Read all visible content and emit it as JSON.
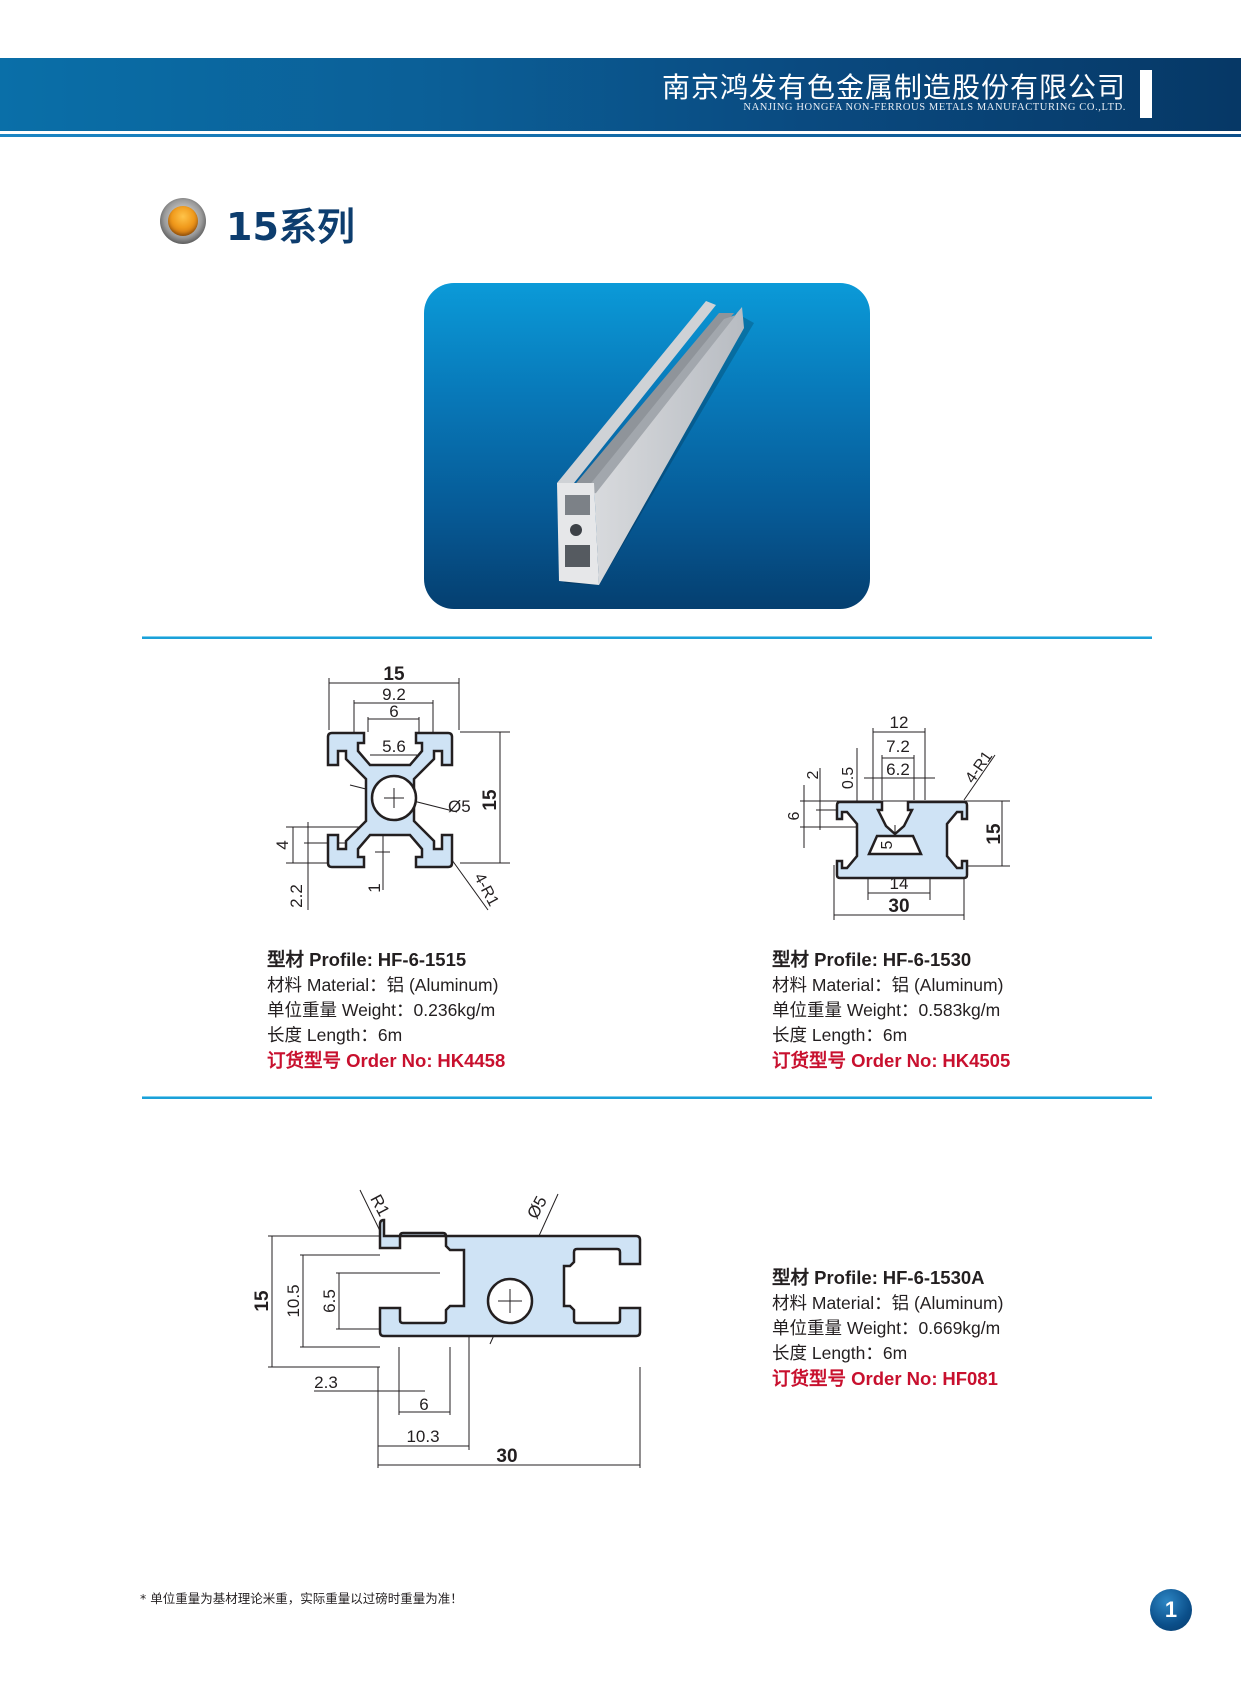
{
  "header": {
    "company_cn": "南京鸿发有色金属制造股份有限公司",
    "company_en": "NANJING HONGFA NON-FERROUS METALS MANUFACTURING CO.,LTD.",
    "band_color": "#0b5f97"
  },
  "series": {
    "title": "15系列",
    "icon": "orange-bullet-icon"
  },
  "photo": {
    "alt": "aluminum-profile-photo",
    "background": "#0878b8"
  },
  "profiles": [
    {
      "profile_label": "型材 Profile:",
      "profile_value": "HF-6-1515",
      "material_label": "材料 Material：",
      "material_value": "铝 (Aluminum)",
      "weight_label": "单位重量 Weight：",
      "weight_value": "0.236kg/m",
      "length_label": "长度 Length：",
      "length_value": "6m",
      "order_label": "订货型号 Order No:",
      "order_value": "HK4458",
      "dimensions": {
        "width": "15",
        "d1": "9.2",
        "d2": "6",
        "d3": "5.6",
        "height": "15",
        "hole": "Ø5",
        "d4": "4",
        "d5": "2.2",
        "d6": "1",
        "radius": "4-R1"
      }
    },
    {
      "profile_label": "型材 Profile:",
      "profile_value": "HF-6-1530",
      "material_label": "材料 Material：",
      "material_value": "铝 (Aluminum)",
      "weight_label": "单位重量 Weight：",
      "weight_value": "0.583kg/m",
      "length_label": "长度 Length：",
      "length_value": "6m",
      "order_label": "订货型号 Order No:",
      "order_value": "HK4505",
      "dimensions": {
        "d12": "12",
        "d72": "7.2",
        "d62": "6.2",
        "d05": "0.5",
        "d2": "2",
        "d6": "6",
        "d5": "5",
        "d14": "14",
        "width": "30",
        "height": "15",
        "radius": "4-R1"
      }
    },
    {
      "profile_label": "型材 Profile:",
      "profile_value": "HF-6-1530A",
      "material_label": "材料 Material：",
      "material_value": "铝 (Aluminum)",
      "weight_label": "单位重量 Weight：",
      "weight_value": "0.669kg/m",
      "length_label": "长度 Length：",
      "length_value": "6m",
      "order_label": "订货型号 Order No:",
      "order_value": "HF081",
      "dimensions": {
        "radius": "R1",
        "hole": "Ø5",
        "height": "15",
        "d105": "10.5",
        "d65": "6.5",
        "d23": "2.3",
        "d6": "6",
        "d103": "10.3",
        "width": "30"
      }
    }
  ],
  "footer": {
    "note": "* 单位重量为基材理论米重，实际重量以过磅时重量为准！",
    "page_number": "1"
  },
  "colors": {
    "accent_blue": "#1ba0d8",
    "title_navy": "#0d3d6e",
    "order_red": "#c8102e",
    "profile_fill": "#cfe3f5"
  }
}
